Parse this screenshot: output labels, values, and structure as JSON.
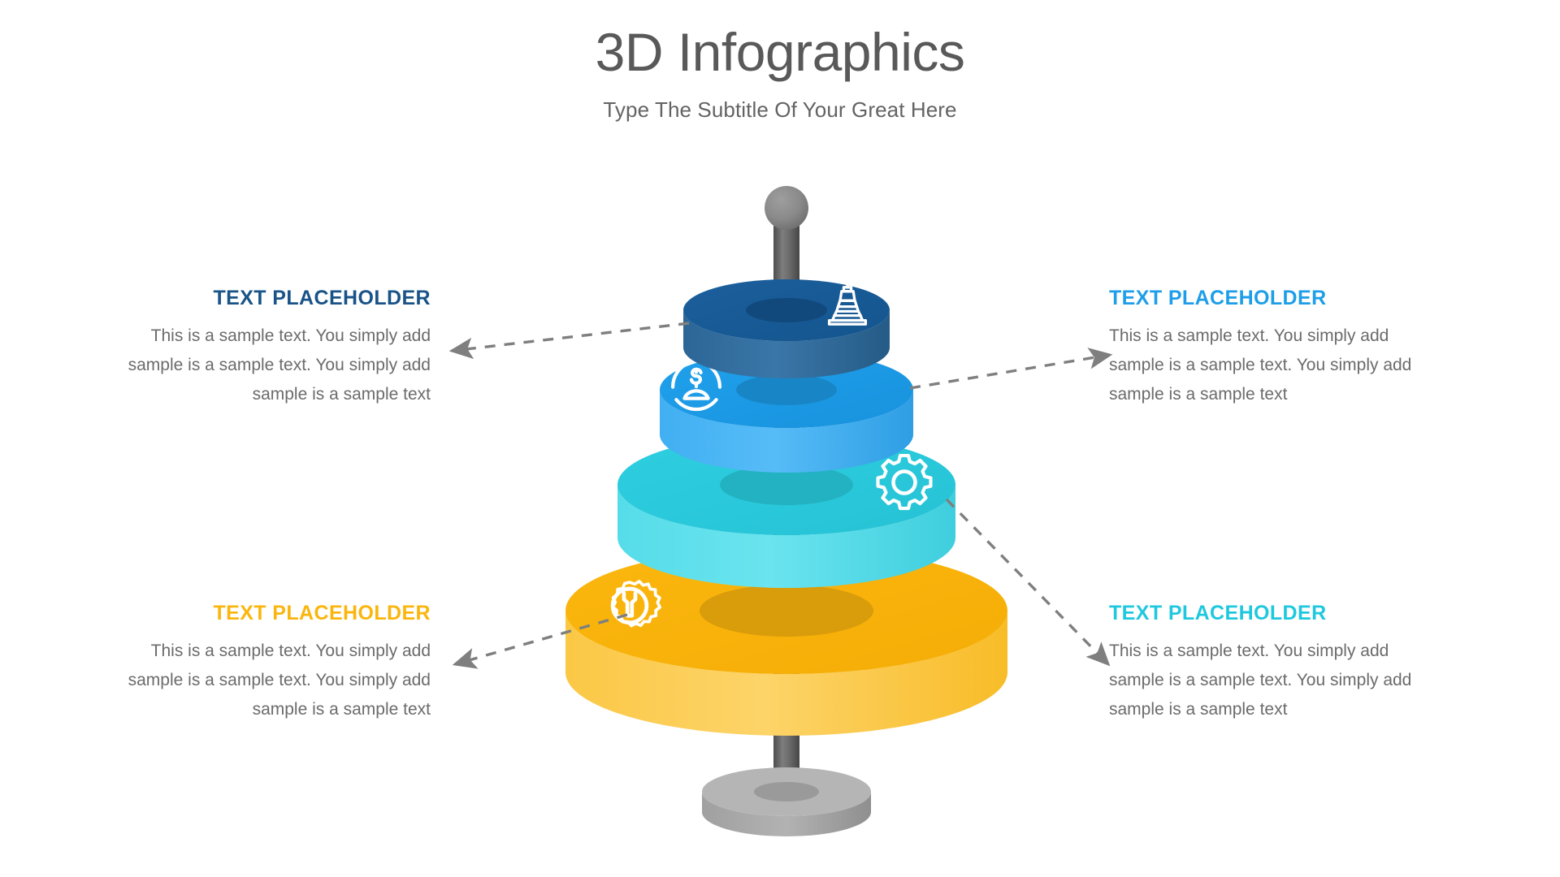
{
  "header": {
    "title": "3D Infographics",
    "subtitle": "Type The Subtitle Of Your Great Here"
  },
  "colors": {
    "title_gray": "#595959",
    "body_gray": "#6b6b6b",
    "arrow_gray": "#7f7f7f",
    "pole_gray": "#6e6e6e",
    "level_1_navy": "#1A5C96",
    "level_2_blue": "#1E9EE8",
    "level_3_cyan": "#2ACCDE",
    "level_4_amber": "#FAB60E"
  },
  "body_text": "This is a sample text. You simply add sample is a sample text. You simply add sample is a sample text",
  "blocks": [
    {
      "id": "top-left",
      "heading": "TEXT PLACEHOLDER",
      "heading_color": "#195387",
      "body": "This is a sample text. You simply add sample is a sample text. You simply add sample is a sample text",
      "align": "right",
      "linked_level": 1
    },
    {
      "id": "top-right",
      "heading": "TEXT PLACEHOLDER",
      "heading_color": "#1E9EE8",
      "body": "This is a sample text. You simply add sample is a sample text. You simply add sample is a sample text",
      "align": "left",
      "linked_level": 2
    },
    {
      "id": "bottom-left",
      "heading": "TEXT PLACEHOLDER",
      "heading_color": "#FAB60E",
      "body": "This is a sample text. You simply add sample is a sample text. You simply add sample is a sample text",
      "align": "right",
      "linked_level": 4
    },
    {
      "id": "bottom-right",
      "heading": "TEXT PLACEHOLDER",
      "heading_color": "#1FC8DE",
      "body": "This is a sample text. You simply add sample is a sample text. You simply add sample is a sample text",
      "align": "left",
      "linked_level": 3
    }
  ],
  "diagram": {
    "type": "stacked-3d-discs",
    "levels": [
      {
        "level": 1,
        "color": "#1A5C96",
        "side_color": "#2F6B9E",
        "hole_color": "#11497C",
        "icon": "tower-icon",
        "icon_side": "right"
      },
      {
        "level": 2,
        "color": "#1E9EE8",
        "side_color": "#43B0F0",
        "hole_color": "#1886C6",
        "icon": "money-person-icon",
        "icon_side": "left"
      },
      {
        "level": 3,
        "color": "#2ACCDE",
        "side_color": "#57DCE8",
        "hole_color": "#23B2C2",
        "icon": "gear-icon",
        "icon_side": "right"
      },
      {
        "level": 4,
        "color": "#FAB60E",
        "side_color": "#FCC845",
        "hole_color": "#D99C0A",
        "icon": "gear-wrench-icon",
        "icon_side": "left"
      }
    ],
    "pole": {
      "color": "#6e6e6e",
      "knob": "ball-knob",
      "base": "disc-base"
    }
  }
}
